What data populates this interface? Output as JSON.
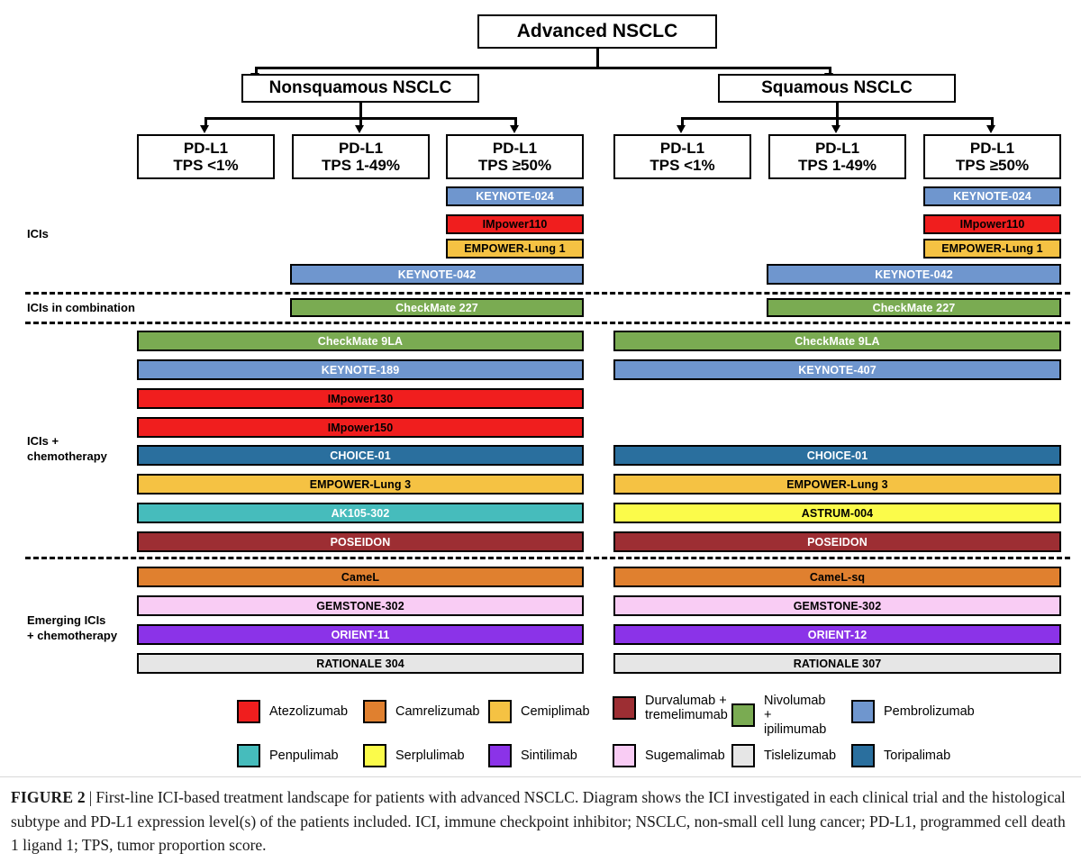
{
  "figure": {
    "root_label": "Advanced NSCLC",
    "subtypes": [
      {
        "label": "Nonsquamous NSCLC"
      },
      {
        "label": "Squamous NSCLC"
      }
    ],
    "pdl1_columns": [
      {
        "line1": "PD-L1",
        "line2": "TPS <1%"
      },
      {
        "line1": "PD-L1",
        "line2": "TPS 1-49%"
      },
      {
        "line1": "PD-L1",
        "line2": "TPS ≥50%"
      },
      {
        "line1": "PD-L1",
        "line2": "TPS <1%"
      },
      {
        "line1": "PD-L1",
        "line2": "TPS 1-49%"
      },
      {
        "line1": "PD-L1",
        "line2": "TPS ≥50%"
      }
    ],
    "section_labels": [
      {
        "text": "ICIs"
      },
      {
        "text": "ICIs in combination"
      },
      {
        "text": "ICIs +\nchemotherapy"
      },
      {
        "text": "Emerging ICIs\n+ chemotherapy"
      }
    ],
    "bars": [
      {
        "name": "KEYNOTE-024",
        "side": "nonsquamous",
        "section": "ICIs",
        "color": "#6f96ce",
        "text_color": "#ffffff",
        "span": "tps50"
      },
      {
        "name": "IMpower110",
        "side": "nonsquamous",
        "section": "ICIs",
        "color": "#f01e1e",
        "text_color": "#000000",
        "span": "tps50"
      },
      {
        "name": "EMPOWER-Lung 1",
        "side": "nonsquamous",
        "section": "ICIs",
        "color": "#f5c243",
        "text_color": "#000000",
        "span": "tps50"
      },
      {
        "name": "KEYNOTE-042",
        "side": "nonsquamous",
        "section": "ICIs",
        "color": "#6f96ce",
        "text_color": "#ffffff",
        "span": "tps1plus"
      },
      {
        "name": "CheckMate 227",
        "side": "nonsquamous",
        "section": "ICIs in combination",
        "color": "#7aab52",
        "text_color": "#ffffff",
        "span": "tps1plus"
      },
      {
        "name": "CheckMate 9LA",
        "side": "nonsquamous",
        "section": "ICIs + chemotherapy",
        "color": "#7aab52",
        "text_color": "#ffffff",
        "span": "all"
      },
      {
        "name": "KEYNOTE-189",
        "side": "nonsquamous",
        "section": "ICIs + chemotherapy",
        "color": "#6f96ce",
        "text_color": "#ffffff",
        "span": "all"
      },
      {
        "name": "IMpower130",
        "side": "nonsquamous",
        "section": "ICIs + chemotherapy",
        "color": "#f01e1e",
        "text_color": "#000000",
        "span": "all"
      },
      {
        "name": "IMpower150",
        "side": "nonsquamous",
        "section": "ICIs + chemotherapy",
        "color": "#f01e1e",
        "text_color": "#000000",
        "span": "all"
      },
      {
        "name": "CHOICE-01",
        "side": "nonsquamous",
        "section": "ICIs + chemotherapy",
        "color": "#2a6f9e",
        "text_color": "#ffffff",
        "span": "all"
      },
      {
        "name": "EMPOWER-Lung 3",
        "side": "nonsquamous",
        "section": "ICIs + chemotherapy",
        "color": "#f5c243",
        "text_color": "#000000",
        "span": "all"
      },
      {
        "name": "AK105-302",
        "side": "nonsquamous",
        "section": "ICIs + chemotherapy",
        "color": "#46bcbc",
        "text_color": "#ffffff",
        "span": "all"
      },
      {
        "name": "POSEIDON",
        "side": "nonsquamous",
        "section": "ICIs + chemotherapy",
        "color": "#9d2e33",
        "text_color": "#ffffff",
        "span": "all"
      },
      {
        "name": "CameL",
        "side": "nonsquamous",
        "section": "Emerging ICIs + chemotherapy",
        "color": "#e0802f",
        "text_color": "#000000",
        "span": "all"
      },
      {
        "name": "GEMSTONE-302",
        "side": "nonsquamous",
        "section": "Emerging ICIs + chemotherapy",
        "color": "#f9ccf4",
        "text_color": "#000000",
        "span": "all"
      },
      {
        "name": "ORIENT-11",
        "side": "nonsquamous",
        "section": "Emerging ICIs + chemotherapy",
        "color": "#8b33e8",
        "text_color": "#ffffff",
        "span": "all"
      },
      {
        "name": "RATIONALE 304",
        "side": "nonsquamous",
        "section": "Emerging ICIs + chemotherapy",
        "color": "#e6e6e6",
        "text_color": "#000000",
        "span": "all"
      },
      {
        "name": "KEYNOTE-024",
        "side": "squamous",
        "section": "ICIs",
        "color": "#6f96ce",
        "text_color": "#ffffff",
        "span": "tps50"
      },
      {
        "name": "IMpower110",
        "side": "squamous",
        "section": "ICIs",
        "color": "#f01e1e",
        "text_color": "#000000",
        "span": "tps50"
      },
      {
        "name": "EMPOWER-Lung 1",
        "side": "squamous",
        "section": "ICIs",
        "color": "#f5c243",
        "text_color": "#000000",
        "span": "tps50"
      },
      {
        "name": "KEYNOTE-042",
        "side": "squamous",
        "section": "ICIs",
        "color": "#6f96ce",
        "text_color": "#ffffff",
        "span": "tps1plus"
      },
      {
        "name": "CheckMate 227",
        "side": "squamous",
        "section": "ICIs in combination",
        "color": "#7aab52",
        "text_color": "#ffffff",
        "span": "tps1plus"
      },
      {
        "name": "CheckMate 9LA",
        "side": "squamous",
        "section": "ICIs + chemotherapy",
        "color": "#7aab52",
        "text_color": "#ffffff",
        "span": "all"
      },
      {
        "name": "KEYNOTE-407",
        "side": "squamous",
        "section": "ICIs + chemotherapy",
        "color": "#6f96ce",
        "text_color": "#ffffff",
        "span": "all"
      },
      {
        "name": "CHOICE-01",
        "side": "squamous",
        "section": "ICIs + chemotherapy",
        "color": "#2a6f9e",
        "text_color": "#ffffff",
        "span": "all"
      },
      {
        "name": "EMPOWER-Lung 3",
        "side": "squamous",
        "section": "ICIs + chemotherapy",
        "color": "#f5c243",
        "text_color": "#000000",
        "span": "all"
      },
      {
        "name": "ASTRUM-004",
        "side": "squamous",
        "section": "ICIs + chemotherapy",
        "color": "#fbfb4a",
        "text_color": "#000000",
        "span": "all"
      },
      {
        "name": "POSEIDON",
        "side": "squamous",
        "section": "ICIs + chemotherapy",
        "color": "#9d2e33",
        "text_color": "#ffffff",
        "span": "all"
      },
      {
        "name": "CameL-sq",
        "side": "squamous",
        "section": "Emerging ICIs + chemotherapy",
        "color": "#e0802f",
        "text_color": "#000000",
        "span": "all"
      },
      {
        "name": "GEMSTONE-302",
        "side": "squamous",
        "section": "Emerging ICIs + chemotherapy",
        "color": "#f9ccf4",
        "text_color": "#000000",
        "span": "all"
      },
      {
        "name": "ORIENT-12",
        "side": "squamous",
        "section": "Emerging ICIs + chemotherapy",
        "color": "#8b33e8",
        "text_color": "#ffffff",
        "span": "all"
      },
      {
        "name": "RATIONALE 307",
        "side": "squamous",
        "section": "Emerging ICIs + chemotherapy",
        "color": "#e6e6e6",
        "text_color": "#000000",
        "span": "all"
      }
    ],
    "legend": [
      {
        "label": "Atezolizumab",
        "color": "#f01e1e"
      },
      {
        "label": "Camrelizumab",
        "color": "#e0802f"
      },
      {
        "label": "Cemiplimab",
        "color": "#f5c243"
      },
      {
        "label": "Durvalumab +\ntremelimumab",
        "color": "#9d2e33"
      },
      {
        "label": "Nivolumab +\nipilimumab",
        "color": "#7aab52"
      },
      {
        "label": "Pembrolizumab",
        "color": "#6f96ce"
      },
      {
        "label": "Penpulimab",
        "color": "#46bcbc"
      },
      {
        "label": "Serplulimab",
        "color": "#fbfb4a"
      },
      {
        "label": "Sintilimab",
        "color": "#8b33e8"
      },
      {
        "label": "Sugemalimab",
        "color": "#f9ccf4"
      },
      {
        "label": "Tislelizumab",
        "color": "#e6e6e6"
      },
      {
        "label": "Toripalimab",
        "color": "#2a6f9e"
      }
    ]
  },
  "caption": {
    "figure_label": "FIGURE 2",
    "separator": "|",
    "text": "First-line ICI-based treatment landscape for patients with advanced NSCLC. Diagram shows the ICI investigated in each clinical trial and the histological subtype and PD-L1 expression level(s) of the patients included. ICI, immune checkpoint inhibitor; NSCLC, non-small cell lung cancer; PD-L1, programmed cell death 1 ligand 1; TPS, tumor proportion score."
  },
  "chart_data": {
    "type": "diagram",
    "title": "First-line ICI-based treatment landscape for patients with advanced NSCLC",
    "root": "Advanced NSCLC",
    "branches": [
      "Nonsquamous NSCLC",
      "Squamous NSCLC"
    ],
    "columns": [
      "PD-L1 TPS <1%",
      "PD-L1 TPS 1-49%",
      "PD-L1 TPS ≥50%"
    ],
    "sections": [
      "ICIs",
      "ICIs in combination",
      "ICIs + chemotherapy",
      "Emerging ICIs + chemotherapy"
    ]
  }
}
